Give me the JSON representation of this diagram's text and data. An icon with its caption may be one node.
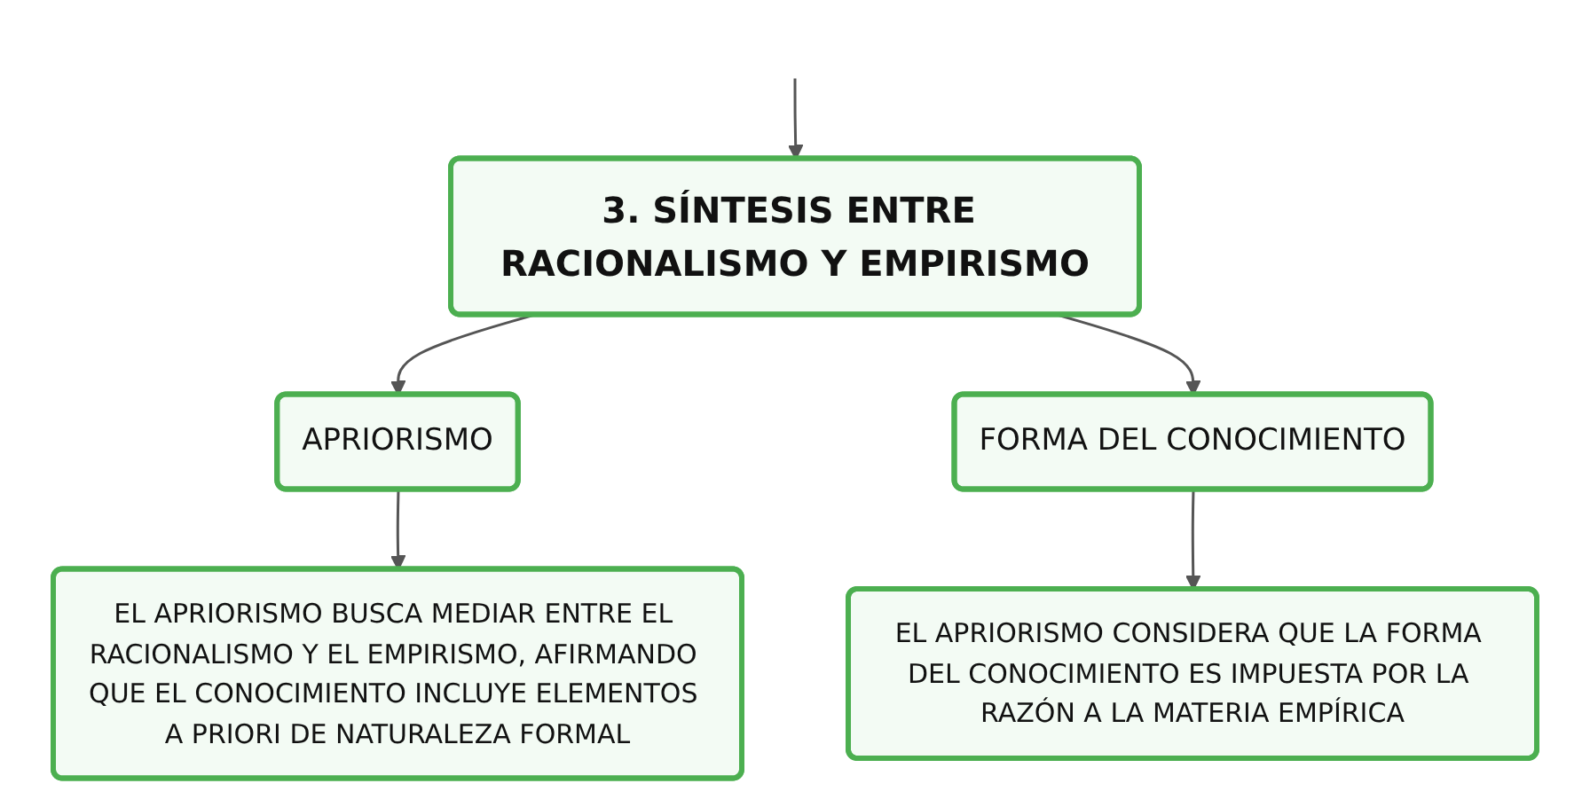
{
  "diagram": {
    "nodes": [
      {
        "text": [
          "3. SÍNTESIS ENTRE RACIONALISMO Y EMPIRISMO"
        ]
      },
      {
        "text": [
          "APRIORISMO"
        ]
      },
      {
        "text": [
          "FORMA DEL CONOCIMIENTO"
        ]
      },
      {
        "text": [
          "EL APRIORISMO BUSCA MEDIAR ENTRE EL RACIONALISMO Y EL EMPIRISMO, AFIRMANDO QUE EL CONOCIMIENTO INCLUYE ELEMENTOS A PRIORI DE NATURALEZA FORMAL"
        ]
      },
      {
        "text": [
          "EL APRIORISMO CONSIDERA QUE LA FORMA DEL CONOCIMIENTO ES IMPUESTA POR LA RAZÓN A LA MATERIA EMPÍRICA"
        ]
      }
    ],
    "edges": [
      {
        "from": null,
        "to": 0,
        "arrow": "to"
      },
      {
        "from": 0,
        "to": 1,
        "arrow": "to"
      },
      {
        "from": 0,
        "to": 2,
        "arrow": "to"
      },
      {
        "from": 1,
        "to": 3,
        "arrow": "to"
      },
      {
        "from": 2,
        "to": 4,
        "arrow": "to"
      }
    ]
  }
}
